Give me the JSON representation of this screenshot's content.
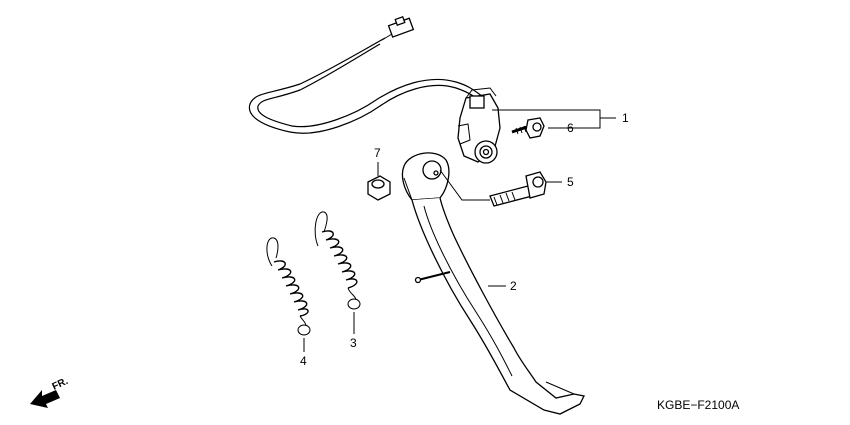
{
  "diagram": {
    "drawing_code": "KGBE−F2100A",
    "direction_label": "FR.",
    "callouts": [
      {
        "id": "1",
        "label": "1"
      },
      {
        "id": "2",
        "label": "2"
      },
      {
        "id": "3",
        "label": "3"
      },
      {
        "id": "4",
        "label": "4"
      },
      {
        "id": "5",
        "label": "5"
      },
      {
        "id": "6",
        "label": "6"
      },
      {
        "id": "7",
        "label": "7"
      }
    ],
    "parts": [
      {
        "callout": "1",
        "icon": "side-stand-switch-icon"
      },
      {
        "callout": "2",
        "icon": "side-stand-icon"
      },
      {
        "callout": "3",
        "icon": "spring-icon"
      },
      {
        "callout": "4",
        "icon": "spring-icon"
      },
      {
        "callout": "5",
        "icon": "pivot-bolt-icon"
      },
      {
        "callout": "6",
        "icon": "bolt-icon"
      },
      {
        "callout": "7",
        "icon": "nut-icon"
      }
    ]
  }
}
